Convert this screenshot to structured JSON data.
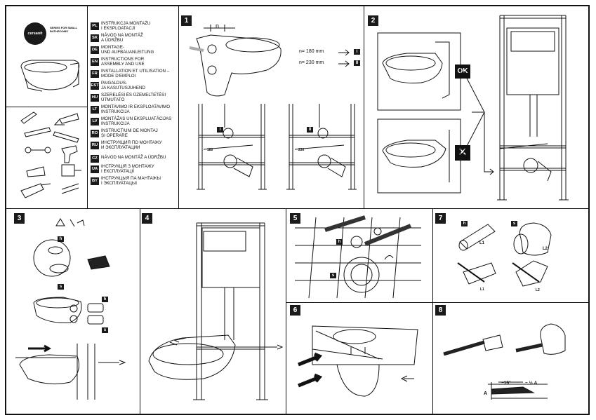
{
  "brand": {
    "logo_text": "cersanit",
    "subtitle": "SERIES FOR SMALL BATHROOMS"
  },
  "languages": [
    {
      "code": "PL",
      "text": "INSTRUKCJA MONTAŻU\nI EKSPLOATACJI"
    },
    {
      "code": "SK",
      "text": "NÁVOD NA MONTÁŽ\nA ÚDRŽBU"
    },
    {
      "code": "DE",
      "text": "MONTAGE-\nUND AUFBAUANLEITUNG"
    },
    {
      "code": "EN",
      "text": "INSTRUCTIONS FOR\nASSEMBLY AND USE"
    },
    {
      "code": "FR",
      "text": "INSTALLATION ET UTILISATION –\nMODE D'EMPLOI"
    },
    {
      "code": "EST",
      "text": "PAIGALDUS-\nJA KASUTUSJUHEND"
    },
    {
      "code": "HU",
      "text": "SZERELÉSI ÉS ÜZEMELTETÉSI\nÚTMUTATÓ"
    },
    {
      "code": "LT",
      "text": "MONTAVIMO IR EKSPLOATAVIMO\nINSTRUKCIJA"
    },
    {
      "code": "LV",
      "text": "MONTĀŽAS UN EKSPLUATĀCIJAS\nINSTRUKCIJA"
    },
    {
      "code": "RO",
      "text": "INSTRUCȚIUNI DE MONTAJ\nȘI OPERARE"
    },
    {
      "code": "RU",
      "text": "ИНСТРУКЦИЯ ПО МОНТАЖУ\nИ ЭКСПЛУАТАЦИИ"
    },
    {
      "code": "CZ",
      "text": "NÁVOD NA MONTÁŽ A ÚDRŽBU"
    },
    {
      "code": "UA",
      "text": "ІНСТРУКЦІЯ З МОНТАЖУ\nІ ЕКСПЛУАТАЦІЇ"
    },
    {
      "code": "BY",
      "text": "ІНСТРУКЦЫЯ ПА МАНТАЖЫ\nІ ЭКСПЛУАТАЦЫІ"
    }
  ],
  "steps": {
    "s1": "1",
    "s2": "2",
    "s3": "3",
    "s4": "4",
    "s5": "5",
    "s6": "6",
    "s7": "7",
    "s8": "8"
  },
  "step1": {
    "n_label": "n",
    "option1": "n= 180 mm",
    "option2": "n= 230 mm",
    "mark1": "I",
    "mark2": "II",
    "dim1": "180",
    "dim2": "230"
  },
  "step2": {
    "ok": "OK",
    "no": "✕"
  },
  "labels": {
    "h": "h",
    "s": "s",
    "L1": "L1",
    "L2": "L2",
    "angle": "~15°",
    "half_a": "~ ½ A",
    "a": "A"
  },
  "colors": {
    "ink": "#111111",
    "gray": "#888888",
    "light": "#d8d8d8"
  }
}
